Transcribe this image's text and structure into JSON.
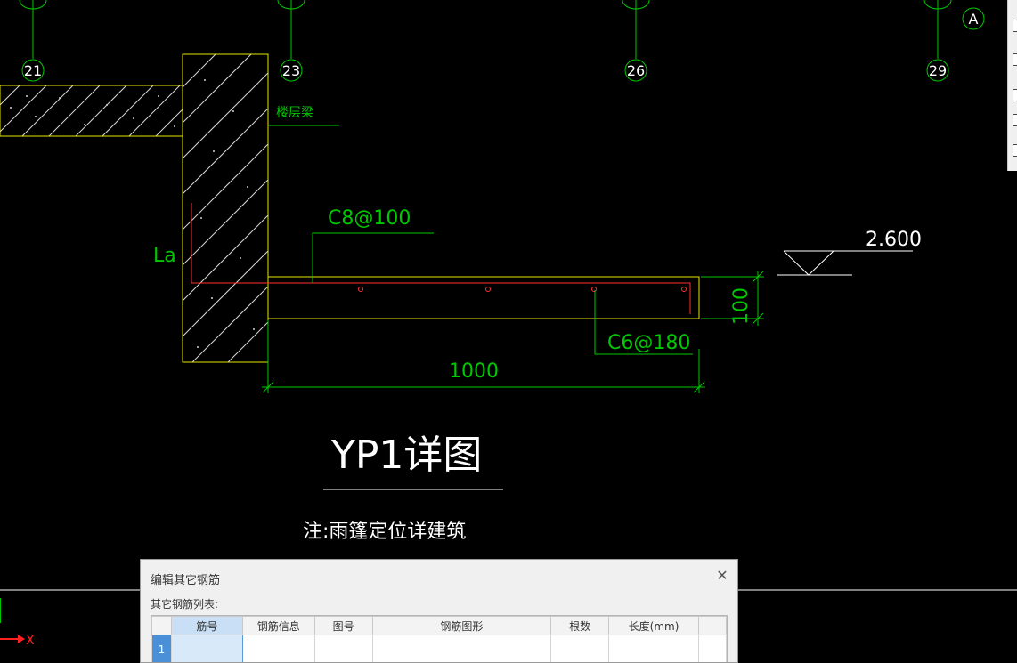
{
  "drawing": {
    "axis_labels": [
      "21",
      "23",
      "26",
      "29",
      "A"
    ],
    "beam_label": "楼层梁",
    "anchor_label": "La",
    "top_rebar": "C8@100",
    "bottom_rebar": "C6@180",
    "elevation": "2.600",
    "thickness_dim": "100",
    "length_dim": "1000",
    "detail_title": "YP1详图",
    "note": "注:雨篷定位详建筑",
    "ucs_x": "X"
  },
  "dialog": {
    "title": "编辑其它钢筋",
    "close_icon": "close-icon",
    "list_label": "其它钢筋列表:",
    "columns": [
      "筋号",
      "钢筋信息",
      "图号",
      "钢筋图形",
      "根数",
      "长度(mm)"
    ],
    "rows": [
      {
        "index": "1",
        "cells": [
          "",
          "",
          "",
          "",
          "",
          ""
        ]
      }
    ]
  },
  "colors": {
    "background": "#000000",
    "axis": "#00c800",
    "outline": "#e6e600",
    "rebar": "#ff3030",
    "dialog_bg": "#f0f0f0",
    "selection": "#4a90d9"
  }
}
